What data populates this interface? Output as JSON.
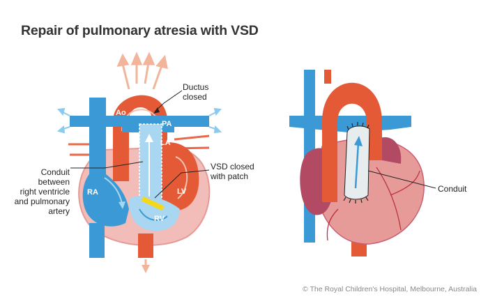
{
  "title": "Repair of pulmonary atresia with VSD",
  "labels": {
    "ductus": "Ductus\nclosed",
    "vsd": "VSD closed\nwith patch",
    "conduit_left": "Conduit\nbetween\nright ventricle\nand pulmonary\nartery",
    "conduit_right": "Conduit"
  },
  "chambers": {
    "ao": "Ao",
    "pa": "PA",
    "la": "LA",
    "ra": "RA",
    "lv": "LV",
    "rv": "RV"
  },
  "credit": "© The Royal Children's Hospital, Melbourne, Australia",
  "colors": {
    "aorta_red": "#e45a37",
    "vein_blue": "#3b9ad6",
    "light_blue": "#a9d6f0",
    "heart_pink": "#f0b5b2",
    "heart_dark": "#b24a63",
    "arrow_peach": "#f2b49a",
    "patch_yellow": "#f5d81c"
  }
}
